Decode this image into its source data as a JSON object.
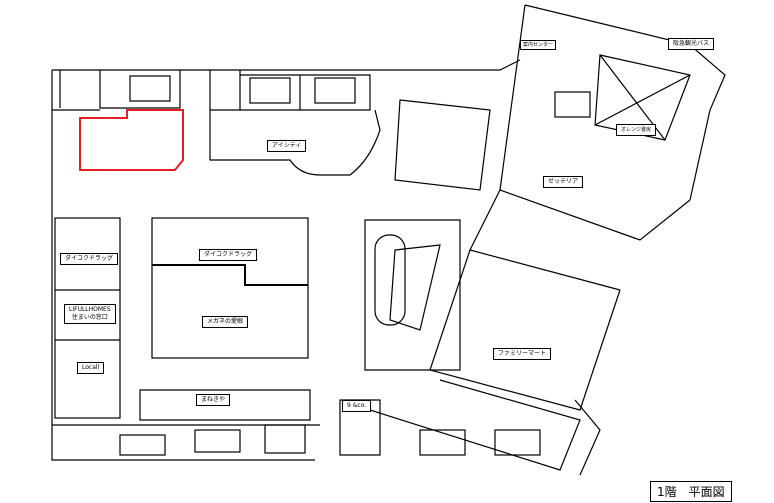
{
  "plan": {
    "title": "1階　平面図",
    "highlight_color": "#e02020",
    "stores": {
      "hankyu_bus": "阪急観光バス",
      "info_center": "案内センター",
      "orange": "オレンジ書房",
      "zetteria": "ゼッテリア",
      "icity": "アイシティ",
      "daikoku_left": "ダイコクドラッグ",
      "daikoku_center": "ダイコクドラッグ",
      "aigan": "メガネの愛眼",
      "lifull_1": "LIFULLHOMES",
      "lifull_2": "住まいの窓口",
      "locall": "Locall",
      "manekiya": "まねきや",
      "nine_co": "9 &co.",
      "familymart": "ファミリーマート"
    }
  }
}
